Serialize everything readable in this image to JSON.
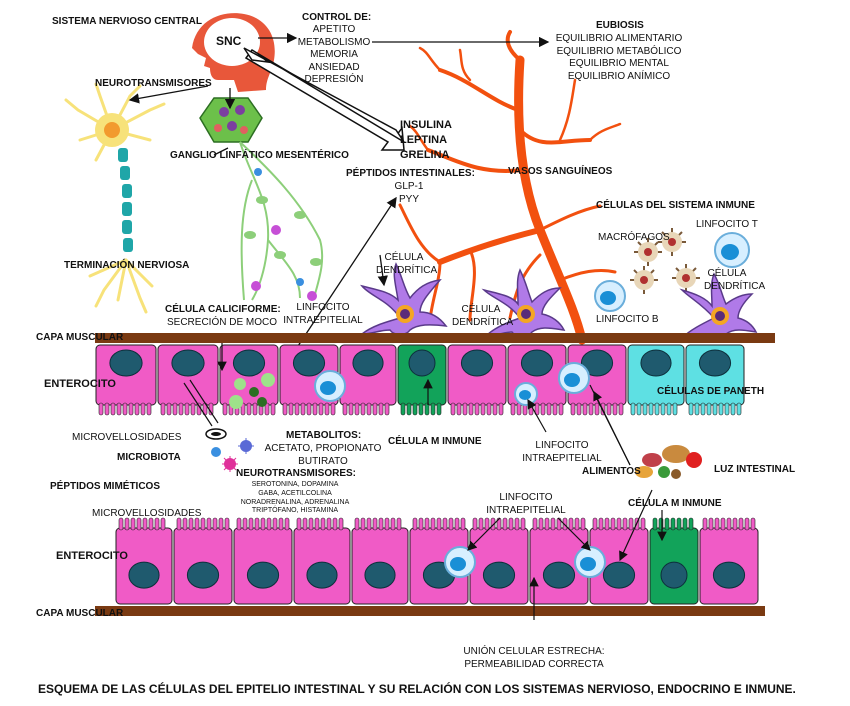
{
  "title": "ESQUEMA DE LAS CÉLULAS DEL EPITELIO INTESTINAL Y SU RELACIÓN CON LOS SISTEMAS NERVIOSO, ENDOCRINO E INMUNE.",
  "brain": {
    "system_label": "SISTEMA NERVIOSO CENTRAL",
    "snc": "SNC",
    "control_title": "CONTROL DE:",
    "control_items": [
      "APETITO",
      "METABOLISMO",
      "MEMORIA",
      "ANSIEDAD",
      "DEPRESIÓN"
    ]
  },
  "eubiosis": {
    "title": "EUBIOSIS",
    "items": [
      "EQUILIBRIO ALIMENTARIO",
      "EQUILIBRIO METABÓLICO",
      "EQUILIBRIO MENTAL",
      "EQUILIBRIO ANÍMICO"
    ]
  },
  "hormones": {
    "items": [
      "INSULINA",
      "LEPTINA",
      "GRELINA"
    ],
    "peptides_title": "PÉPTIDOS INTESTINALES:",
    "peptides": [
      "GLP-1",
      "PYY"
    ]
  },
  "labels": {
    "neurotransmitters_top": "NEUROTRANSMISORES",
    "ganglion": "GANGLIO LINFÁTICO MESENTÉRICO",
    "blood_vessels": "VASOS SANGUÍNEOS",
    "immune_cells": "CÉLULAS DEL SISTEMA INMUNE",
    "lymphocyte_t": "LINFOCITO T",
    "macrophages": "MACRÓFAGOS",
    "dendritic_right": "CÉLULA DENDRÍTICA",
    "lymphocyte_b": "LINFOCITO B",
    "nerve_ending": "TERMINACIÓN NERVIOSA",
    "dendritic_left": "CÉLULA DENDRÍTICA",
    "dendritic_mid": "CÉLULA DENDRÍTICA",
    "goblet_title": "CÉLULA CALICIFORME:",
    "goblet_sub": "SECRECIÓN DE MOCO",
    "lymph_intra_top": "LINFOCITO INTRAEPITELIAL",
    "muscle_top": "CAPA MUSCULAR",
    "enterocyte_top": "ENTEROCITO",
    "m_cell_top": "CÉLULA M INMUNE",
    "paneth": "CÉLULAS DE PANETH",
    "microvilli_top": "MICROVELLOSIDADES",
    "microbiota": "MICROBIOTA",
    "mimetic": "PÉPTIDOS MIMÉTICOS",
    "metabolites_title": "METABOLITOS:",
    "metabolites_items": "ACETATO, PROPIONATO BUTIRATO",
    "neuro_title": "NEUROTRANSMISORES:",
    "neuro_items": [
      "SEROTONINA, DOPAMINA",
      "GABA, ACETILCOLINA",
      "NORADRENALINA, ADRENALINA",
      "TRIPTÓFANO, HISTAMINA"
    ],
    "lymph_intra_mid": "LINFOCITO INTRAEPITELIAL",
    "food": "ALIMENTOS",
    "lumen": "LUZ INTESTINAL",
    "m_cell_bottom": "CÉLULA M INMUNE",
    "lymph_intra_bottom": "LINFOCITO INTRAEPITELIAL",
    "microvilli_bottom": "MICROVELLOSIDADES",
    "enterocyte_bottom": "ENTEROCITO",
    "muscle_bottom": "CAPA MUSCULAR",
    "junction_title": "UNIÓN CELULAR ESTRECHA:",
    "junction_sub": "PERMEABILIDAD CORRECTA"
  },
  "colors": {
    "enterocyte": "#f05bc6",
    "nucleus": "#1f5a6e",
    "m_cell": "#12a35a",
    "paneth": "#5ee0e3",
    "muscle": "#7a3a12",
    "vessel": "#f2500f",
    "head": "#e8573a",
    "ganglion": "#6cc04a",
    "nerve": "#f7e27a",
    "dendritic": "#b07ae8"
  }
}
